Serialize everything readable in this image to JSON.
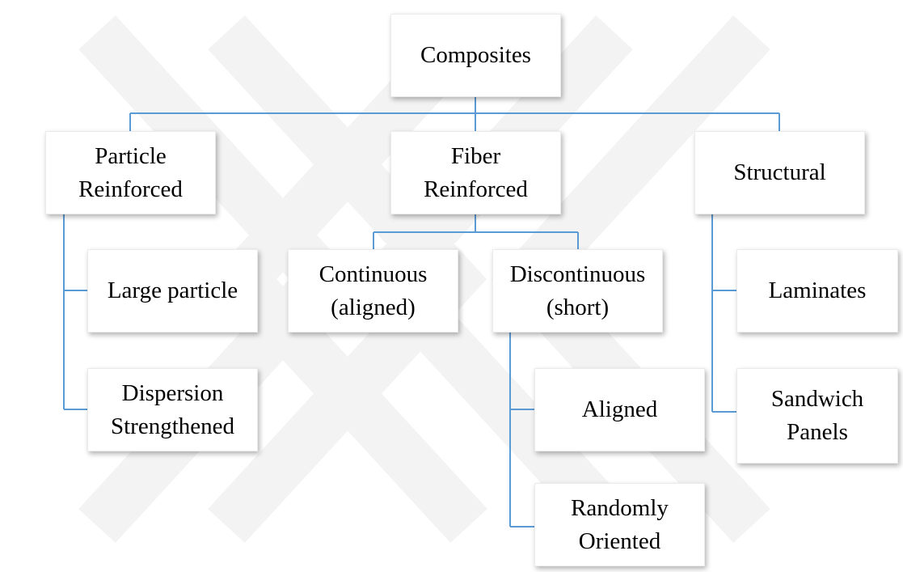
{
  "diagram": {
    "type": "hierarchy",
    "nodes": {
      "root": "Composites",
      "particle": "Particle\nReinforced",
      "fiber": "Fiber\nReinforced",
      "structural": "Structural",
      "large_particle": "Large particle",
      "dispersion": "Dispersion\nStrengthened",
      "continuous": "Continuous\n(aligned)",
      "discontinuous": "Discontinuous\n(short)",
      "aligned": "Aligned",
      "randomly_oriented": "Randomly\nOriented",
      "laminates": "Laminates",
      "sandwich": "Sandwich\nPanels"
    },
    "edges": [
      [
        "root",
        "particle"
      ],
      [
        "root",
        "fiber"
      ],
      [
        "root",
        "structural"
      ],
      [
        "particle",
        "large_particle"
      ],
      [
        "particle",
        "dispersion"
      ],
      [
        "fiber",
        "continuous"
      ],
      [
        "fiber",
        "discontinuous"
      ],
      [
        "discontinuous",
        "aligned"
      ],
      [
        "discontinuous",
        "randomly_oriented"
      ],
      [
        "structural",
        "laminates"
      ],
      [
        "structural",
        "sandwich"
      ]
    ],
    "colors": {
      "connector": "#5b9bd5",
      "box_border": "#ebebeb",
      "text": "#000000",
      "watermark": "#f2f2f2"
    }
  }
}
